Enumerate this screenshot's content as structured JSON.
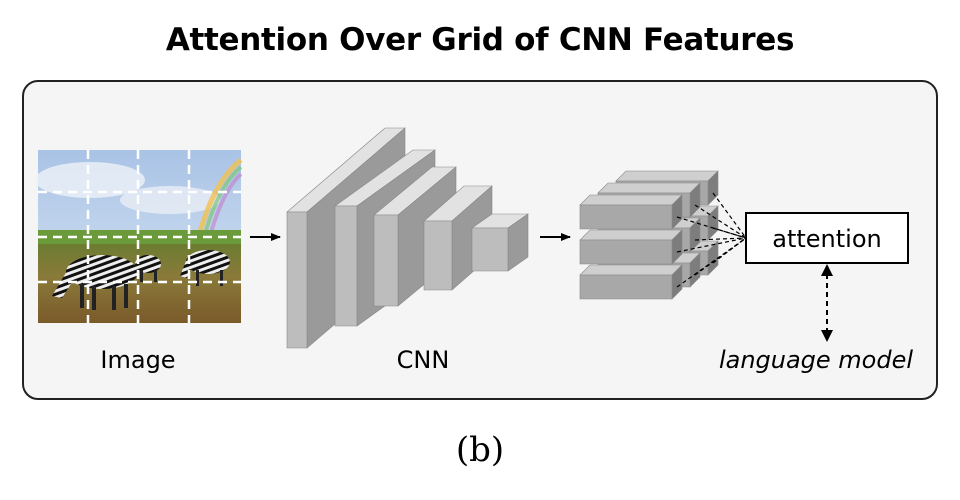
{
  "title": "Attention Over Grid of CNN Features",
  "labels": {
    "image": "Image",
    "cnn": "CNN",
    "attention": "attention",
    "language_model": "language model"
  },
  "caption": "(b)",
  "colors": {
    "block_front": "#bdbdbd",
    "block_side": "#9a9a9a",
    "block_top": "#e2e2e2",
    "feature_front": "#a8a8a8",
    "feature_top": "#cfcfcf",
    "feature_side": "#7d7d7d",
    "panel_bg": "#f5f5f5"
  }
}
